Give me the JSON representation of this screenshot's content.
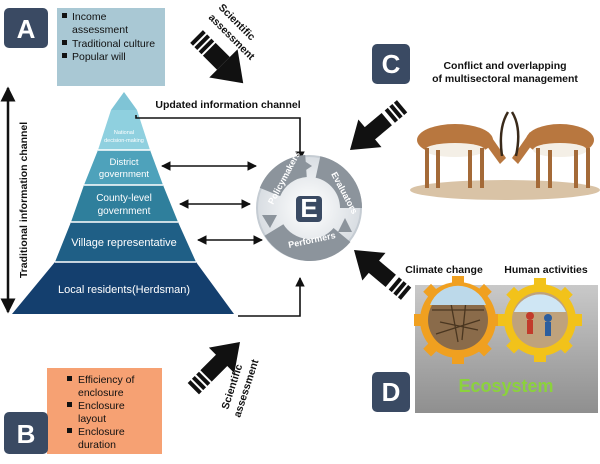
{
  "panels": {
    "A": {
      "letter": "A",
      "items": [
        "Income",
        "assessment",
        "Traditional culture",
        "Popular will"
      ]
    },
    "B": {
      "letter": "B",
      "items": [
        "Efficiency of",
        "enclosure",
        "Enclosure",
        "layout",
        "Enclosure",
        "duration"
      ]
    },
    "C": {
      "letter": "C",
      "title_line1": "Conflict and overlapping",
      "title_line2": "of multisectoral management"
    },
    "D": {
      "letter": "D",
      "label_climate": "Climate change",
      "label_human": "Human activities",
      "ecosystem": "Ecosystem"
    },
    "E": {
      "letter": "E",
      "roles": [
        "Policymakers",
        "Evaluators",
        "Performers"
      ]
    }
  },
  "scientific_assessment": {
    "line1": "Scientific",
    "line2": "assessment"
  },
  "channels": {
    "traditional": "Traditional information channel",
    "updated": "Updated information channel"
  },
  "pyramid": {
    "tiers": [
      {
        "line1": "National",
        "line2": "decision-making"
      },
      {
        "line1": "District",
        "line2": "government"
      },
      {
        "line1": "County-level",
        "line2": "government"
      },
      {
        "line1": "Village representative",
        "line2": ""
      },
      {
        "line1": "Local residents(Herdsman)",
        "line2": ""
      }
    ]
  },
  "colors": {
    "label_box": "#3a4a63",
    "panel_a_bg": "#a9c8d4",
    "panel_b_bg": "#f6a173",
    "tier_colors": [
      "#7fc4d6",
      "#4ea2bb",
      "#2f7f9c",
      "#1f5f86",
      "#143f6e"
    ],
    "ecosystem_text": "#8bd23c",
    "gear": "#f0a020"
  }
}
